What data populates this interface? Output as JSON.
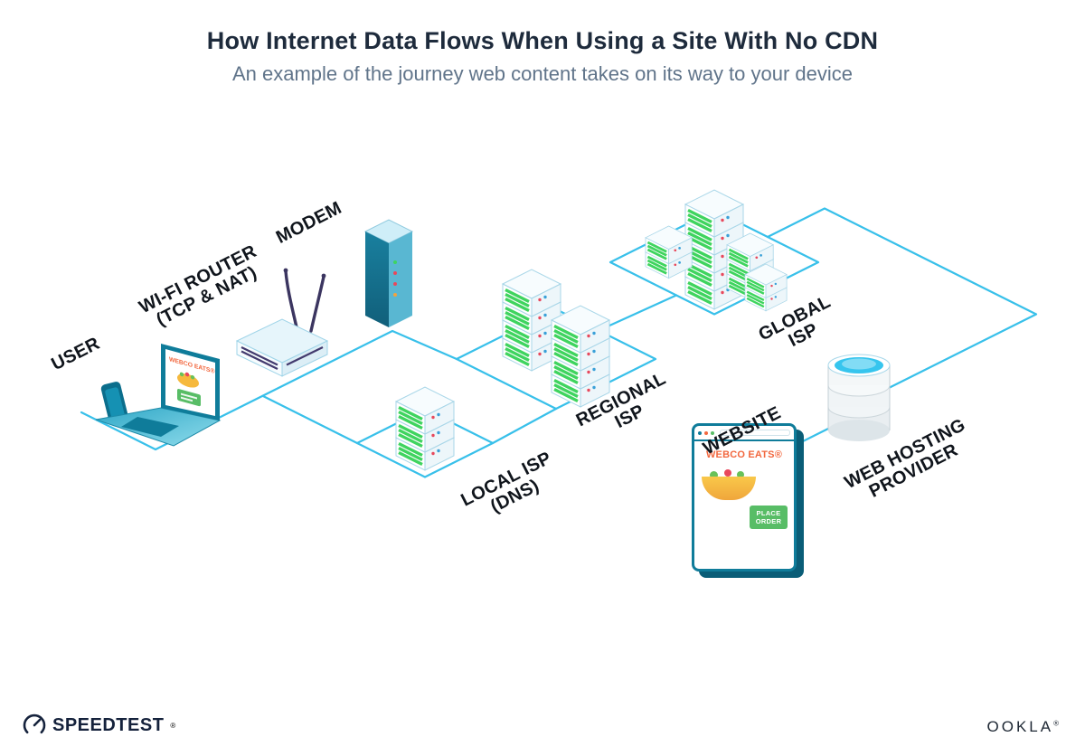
{
  "header": {
    "title": "How Internet Data Flows When Using a Site With No CDN",
    "subtitle": "An example of the journey web content takes on its way to your device"
  },
  "diagram": {
    "labels": {
      "user": {
        "line1": "USER",
        "line2": ""
      },
      "wifi_router": {
        "line1": "WI-FI ROUTER",
        "line2": "(TCP & NAT)"
      },
      "modem": {
        "line1": "MODEM",
        "line2": ""
      },
      "local_isp": {
        "line1": "LOCAL ISP",
        "line2": "(DNS)"
      },
      "regional_isp": {
        "line1": "REGIONAL",
        "line2": "ISP"
      },
      "global_isp": {
        "line1": "GLOBAL",
        "line2": "ISP"
      },
      "website": {
        "line1": "WEBSITE",
        "line2": ""
      },
      "web_hosting": {
        "line1": "WEB HOSTING",
        "line2": "PROVIDER"
      }
    },
    "laptop_screen": {
      "brand": "WEBCO EATS®"
    },
    "website_window": {
      "brand": "WEBCO EATS®",
      "order_button": "PLACE ORDER"
    },
    "colors": {
      "connection_line": "#38c0ea",
      "server_stripe_green": "#3fd45f",
      "accent_teal": "#0f7c9a",
      "brand_orange": "#f2683f",
      "button_green": "#58bd66"
    }
  },
  "footer": {
    "speedtest_wordmark": "SPEEDTEST",
    "speedtest_mark": "®",
    "ookla_wordmark": "OOKLA",
    "ookla_mark": "®"
  }
}
